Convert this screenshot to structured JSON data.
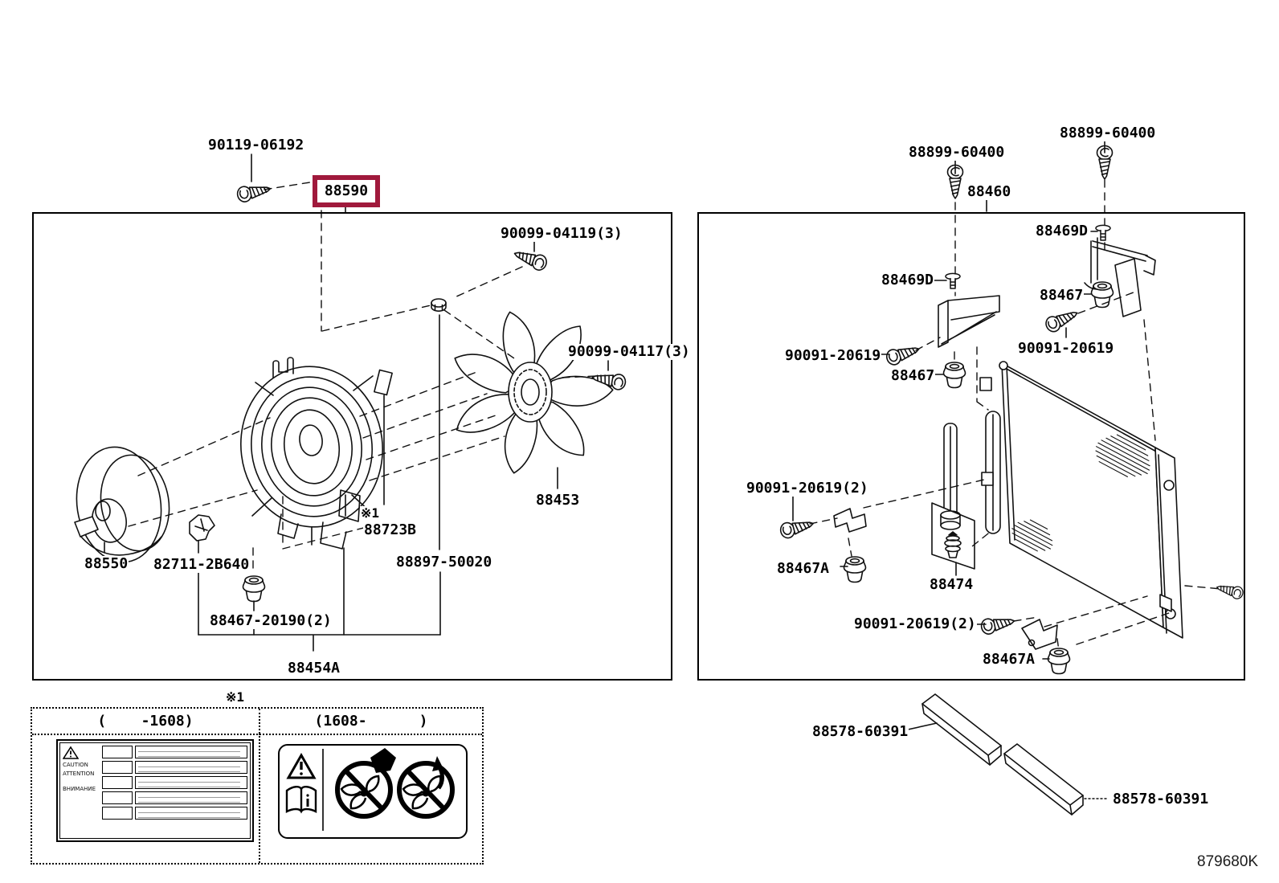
{
  "page": {
    "code": "879680K",
    "highlight_color": "#a0193c",
    "footnote_mark": "※1"
  },
  "callouts": {
    "c90119_06192": "90119-06192",
    "c88590": "88590",
    "c90099_04119": "90099-04119(3)",
    "c90099_04117": "90099-04117(3)",
    "c88453": "88453",
    "fn_left": "※1",
    "c88723B": "88723B",
    "c88897_50020": "88897-50020",
    "c88550": "88550",
    "c82711_2B640": "82711-2B640",
    "c88467_20190": "88467-20190(2)",
    "c88454A": "88454A",
    "fn_table": "※1",
    "c88899_60400_a": "88899-60400",
    "c88899_60400_b": "88899-60400",
    "c88460": "88460",
    "c88469D_a": "88469D",
    "c88467_a": "88467",
    "c90091_20619_a": "90091-20619",
    "c88469D_b": "88469D",
    "c90091_20619_b": "90091-20619",
    "c88467_b": "88467",
    "c90091_20619_2_a": "90091-20619(2)",
    "c88467A_a": "88467A",
    "c88474": "88474",
    "c90091_20619_2_b": "90091-20619(2)",
    "c88467A_b": "88467A",
    "c88578_60391_a": "88578-60391",
    "c88578_60391_b": "88578-60391"
  },
  "table": {
    "header_left": "(    -1608)",
    "header_right": "(1608-      )"
  },
  "caution_label": {
    "word1": "CAUTION",
    "word2": "ATTENTION",
    "word3": "ВНИМАНИЕ"
  }
}
